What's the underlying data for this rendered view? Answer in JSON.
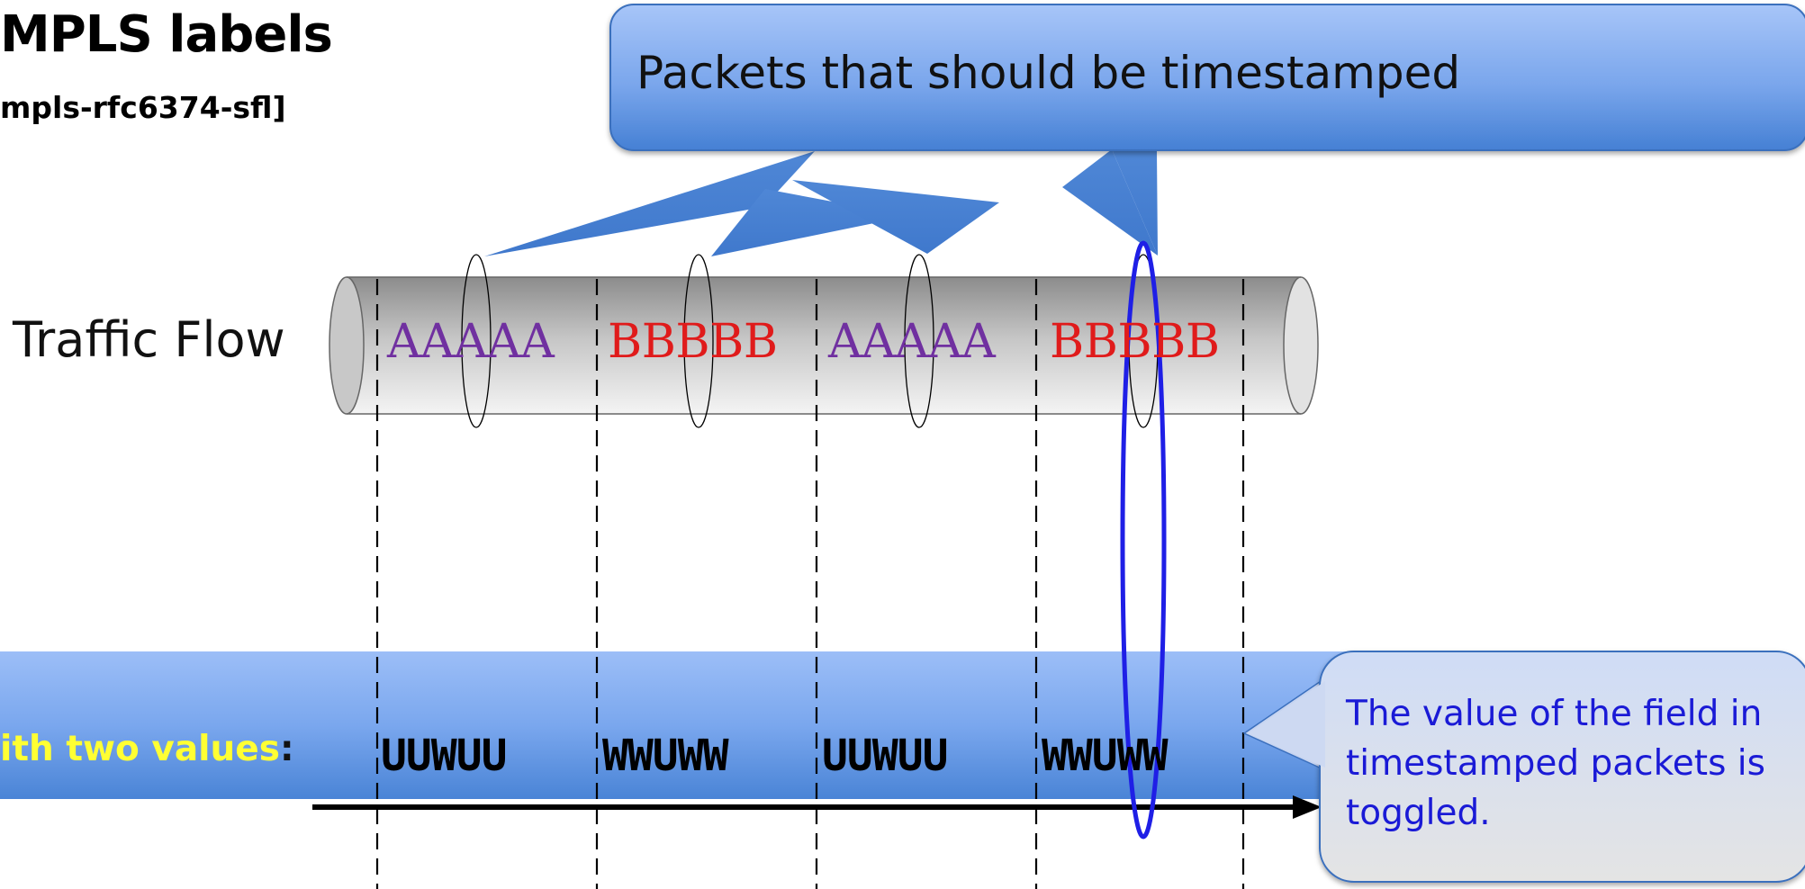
{
  "slide": {
    "title": "MPLS labels",
    "subtitle": "mpls-rfc6374-sfl]",
    "callout_top": "Packets that should be timestamped",
    "flow_label": "Traffic Flow",
    "packets": [
      {
        "text": "AAAAA",
        "color": "#7030a0"
      },
      {
        "text": "BBBBB",
        "color": "#e01b1b"
      },
      {
        "text": "AAAAA",
        "color": "#7030a0"
      },
      {
        "text": "BBBBB",
        "color": "#e01b1b"
      }
    ],
    "band_label": "ith two values",
    "band_colon": ":",
    "codes": [
      "UUWUU",
      "WWUWW",
      "UUWUU",
      "WWUWW"
    ],
    "note": "The value of the field in timestamped packets is toggled.",
    "colors": {
      "callout_fill_top": "#9bbcf5",
      "callout_fill_bottom": "#4a84d6",
      "highlight_ellipse": "#1f1fe6",
      "band_label": "#ffff33",
      "note_text": "#1a1ad6"
    }
  }
}
